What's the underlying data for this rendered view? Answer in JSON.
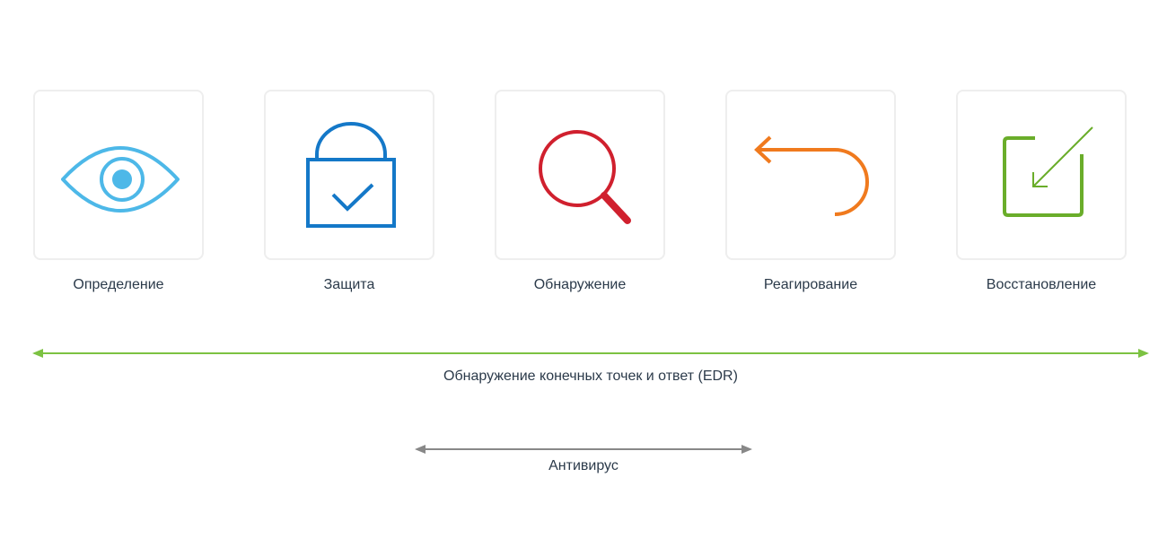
{
  "stages": [
    {
      "label": "Определение",
      "icon": "eye-icon",
      "color": "#4db8e8"
    },
    {
      "label": "Защита",
      "icon": "lock-icon",
      "color": "#1478c8"
    },
    {
      "label": "Обнаружение",
      "icon": "magnifier-icon",
      "color": "#d0202e"
    },
    {
      "label": "Реагирование",
      "icon": "return-arrow-icon",
      "color": "#f07a1e"
    },
    {
      "label": "Восстановление",
      "icon": "restore-arrow-icon",
      "color": "#6aad2a"
    }
  ],
  "ranges": {
    "edr": {
      "label": "Обнаружение конечных точек и ответ (EDR)",
      "color": "#7cc242"
    },
    "antivirus": {
      "label": "Антивирус",
      "color": "#888888"
    }
  }
}
